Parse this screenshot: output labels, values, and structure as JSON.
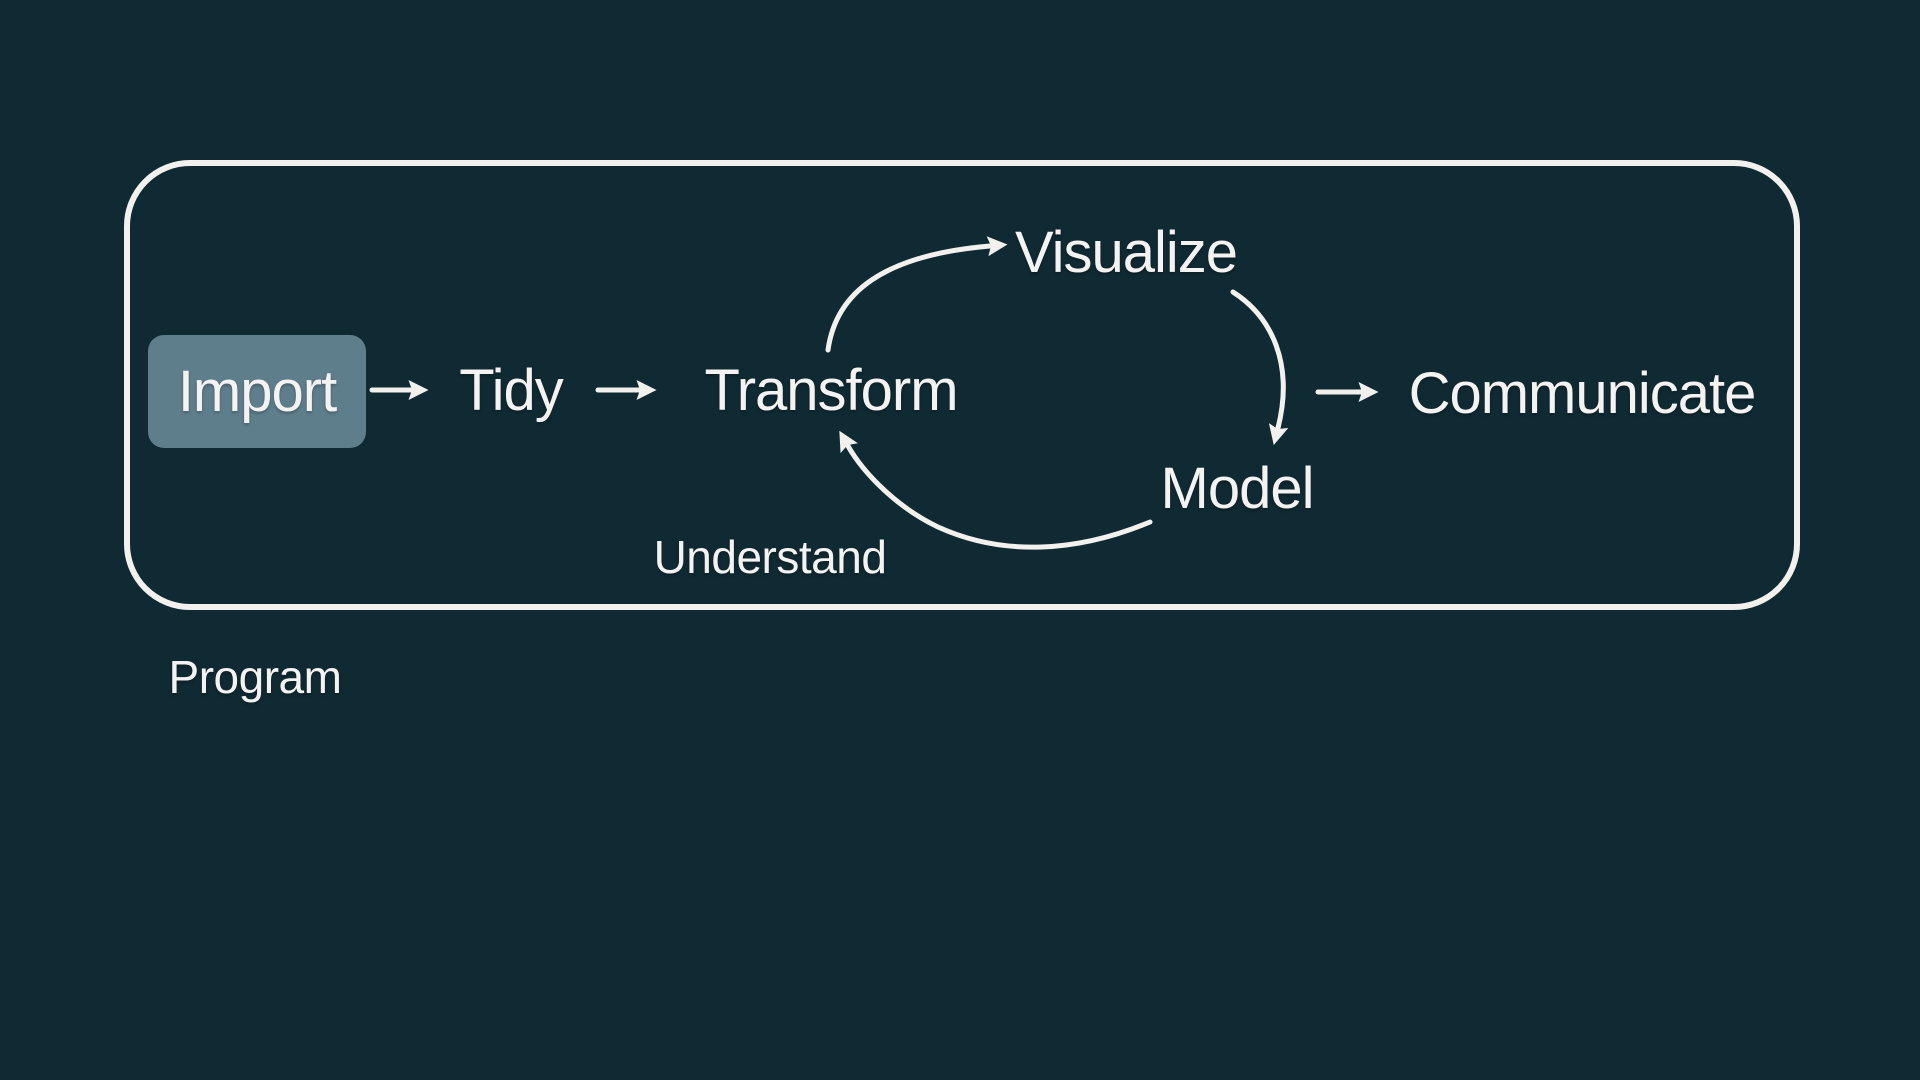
{
  "slide": {
    "colors": {
      "background": "#102a33",
      "frame_stroke": "#f2f1ee",
      "text": "#f4f3f1",
      "import_chip": "#5f7e8c"
    },
    "program_frame": {
      "caption": "Program"
    },
    "workflow": {
      "import_label": "Import",
      "tidy_label": "Tidy",
      "transform_label": "Transform",
      "visualize_label": "Visualize",
      "model_label": "Model",
      "communicate_label": "Communicate",
      "cycle_caption": "Understand"
    }
  }
}
